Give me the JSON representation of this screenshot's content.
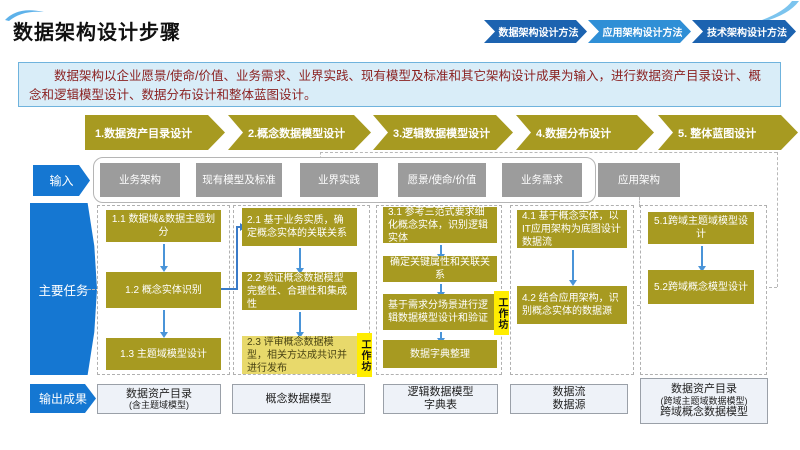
{
  "title": "数据架构设计步骤",
  "method_tabs": [
    {
      "label": "数据架构设计方法"
    },
    {
      "label": "应用架构设计方法"
    },
    {
      "label": "技术架构设计方法"
    }
  ],
  "intro_text": "数据架构以企业愿景/使命/价值、业务需求、业界实践、现有模型及标准和其它架构设计成果为输入，进行数据资产目录设计、概念和逻辑模型设计、数据分布设计和整体蓝图设计。",
  "steps": [
    {
      "label": "1.数据资产目录设计"
    },
    {
      "label": "2.概念数据模型设计"
    },
    {
      "label": "3.逻辑数据模型设计"
    },
    {
      "label": "4.数据分布设计"
    },
    {
      "label": "5. 整体蓝图设计"
    }
  ],
  "row_labels": {
    "input": "输入",
    "tasks": "主要任务",
    "output": "输出成果"
  },
  "inputs": [
    {
      "label": "业务架构"
    },
    {
      "label": "现有模型及标准"
    },
    {
      "label": "业界实践"
    },
    {
      "label": "愿景/使命/价值"
    },
    {
      "label": "业务需求"
    },
    {
      "label": "应用架构"
    }
  ],
  "workshop_label": "工作坊",
  "tasks": {
    "c1": [
      {
        "text": "1.1 数据域&数据主题划分"
      },
      {
        "text": "1.2 概念实体识别"
      },
      {
        "text": "1.3 主题域模型设计"
      }
    ],
    "c2": [
      {
        "text": "2.1 基于业务实质，确定概念实体的关联关系"
      },
      {
        "text": "2.2 验证概念数据模型完整性、合理性和集成性"
      },
      {
        "text": "2.3 评审概念数据模型，相关方达成共识并进行发布"
      }
    ],
    "c3": [
      {
        "text": "3.1 参考三范式要求细化概念实体，识别逻辑实体"
      },
      {
        "text": "确定关键属性和关联关系"
      },
      {
        "text": "基于需求分场景进行逻辑数据模型设计和验证"
      },
      {
        "text": "数据字典整理"
      }
    ],
    "c4": [
      {
        "text": "4.1 基于概念实体，以IT应用架构为底图设计数据流"
      },
      {
        "text": "4.2 结合应用架构，识别概念实体的数据源"
      }
    ],
    "c5": [
      {
        "text": "5.1跨域主题域模型设计"
      },
      {
        "text": "5.2跨域概念模型设计"
      }
    ]
  },
  "outputs": {
    "c1": {
      "line1": "数据资产目录",
      "line2": "(含主题域模型)"
    },
    "c2": {
      "line1": "概念数据模型"
    },
    "c3": {
      "line1": "逻辑数据模型",
      "line2": "字典表"
    },
    "c4": {
      "line1": "数据流",
      "line2": "数据源"
    },
    "c5": {
      "line1": "数据资产目录",
      "line2": "(跨域主题域数据模型)",
      "line3": "跨域概念数据模型"
    }
  },
  "colors": {
    "accent_blue": "#1577d2",
    "tab_dark_blue": "#1c63b0",
    "tab_light_blue": "#2f8fd6",
    "olive": "#a79a21",
    "highlight_yellow": "#e8d96b",
    "workshop_yellow": "#ffed00",
    "input_gray": "#9c9c9c",
    "intro_red_text": "#8b2222"
  }
}
